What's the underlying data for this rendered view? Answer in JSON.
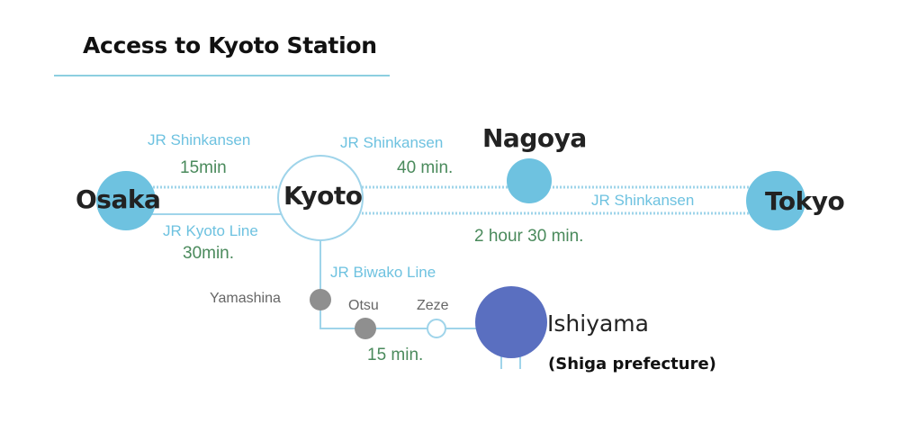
{
  "title": "Access to Kyoto Station",
  "stations": {
    "osaka": "Osaka",
    "kyoto": "Kyoto",
    "nagoya": "Nagoya",
    "tokyo": "Tokyo",
    "yamashina": "Yamashina",
    "otsu": "Otsu",
    "zeze": "Zeze",
    "ishiyama": "Ishiyama",
    "ishiyama_note": "(Shiga prefecture)"
  },
  "routes": {
    "osaka_shinkansen": {
      "line": "JR Shinkansen",
      "time": "15min"
    },
    "osaka_kyoto_line": {
      "line": "JR Kyoto Line",
      "time": "30min."
    },
    "nagoya_shinkansen": {
      "line": "JR Shinkansen",
      "time": "40 min."
    },
    "tokyo_shinkansen": {
      "line": "JR Shinkansen",
      "time": "2 hour 30 min."
    },
    "biwako": {
      "line": "JR Biwako Line",
      "time": "15 min."
    }
  },
  "colors": {
    "shinkansen": "#6ec2e0",
    "station_blue": "#6ec2e0",
    "ishiyama": "#5a6fc0",
    "local_gray": "#8f8f8f",
    "duration_green": "#4a8a5c"
  }
}
